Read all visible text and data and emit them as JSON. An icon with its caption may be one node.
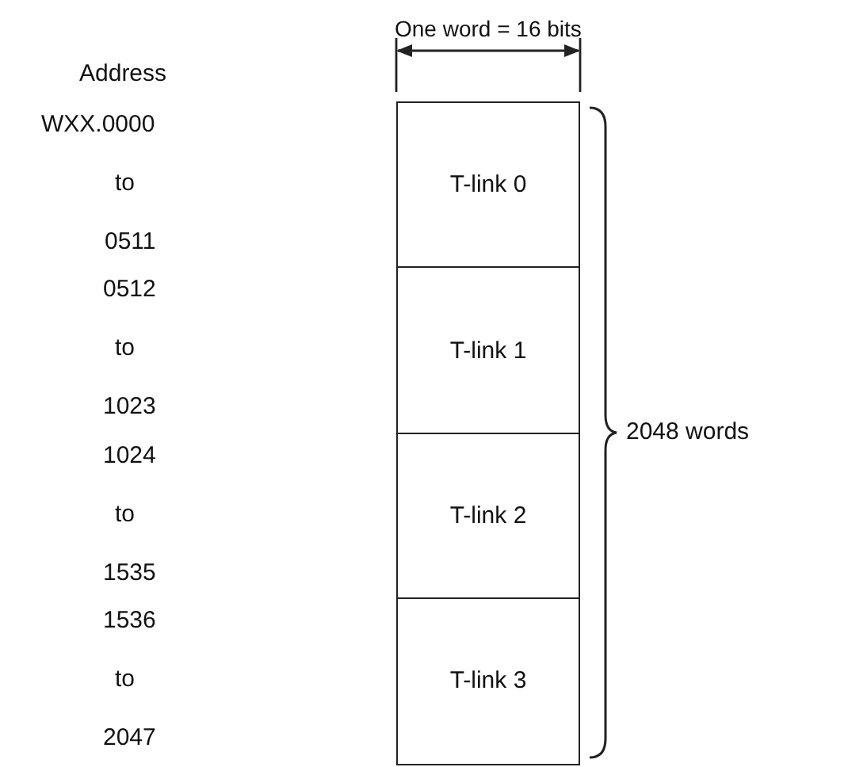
{
  "diagram": {
    "nodes": [
      {
        "text": [
          "T-link 0"
        ]
      },
      {
        "text": [
          "T-link 1"
        ]
      },
      {
        "text": [
          "T-link 2"
        ]
      },
      {
        "text": [
          "T-link 3"
        ]
      }
    ],
    "labels": [
      "Address",
      "One word = 16 bits",
      "WXX.0000",
      "to",
      "0511",
      "0512",
      "to",
      "1023",
      "1024",
      "to",
      "1535",
      "1536",
      "to",
      "2047",
      "2048 words"
    ]
  }
}
